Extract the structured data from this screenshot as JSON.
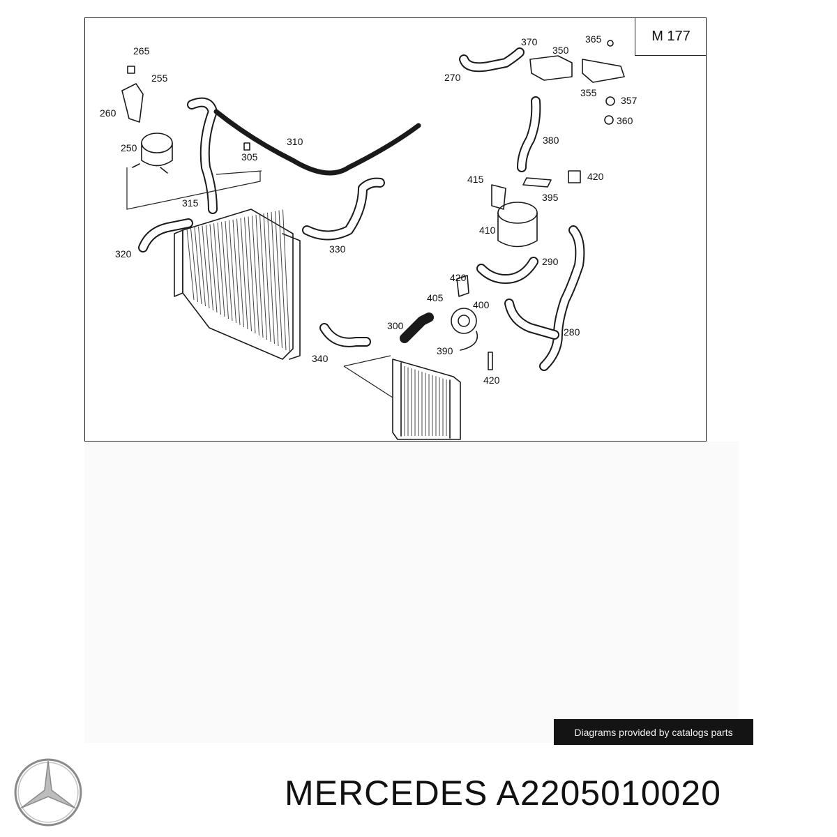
{
  "diagram": {
    "model_label": "M 177",
    "callouts": [
      {
        "id": "c265",
        "text": "265"
      },
      {
        "id": "c255",
        "text": "255"
      },
      {
        "id": "c260",
        "text": "260"
      },
      {
        "id": "c250",
        "text": "250"
      },
      {
        "id": "c305",
        "text": "305"
      },
      {
        "id": "c310",
        "text": "310"
      },
      {
        "id": "c315",
        "text": "315"
      },
      {
        "id": "c320",
        "text": "320"
      },
      {
        "id": "c330",
        "text": "330"
      },
      {
        "id": "c340",
        "text": "340"
      },
      {
        "id": "c300",
        "text": "300"
      },
      {
        "id": "c390",
        "text": "390"
      },
      {
        "id": "c405",
        "text": "405"
      },
      {
        "id": "c400",
        "text": "400"
      },
      {
        "id": "c420a",
        "text": "420"
      },
      {
        "id": "c420b",
        "text": "420"
      },
      {
        "id": "c420c",
        "text": "420"
      },
      {
        "id": "c280",
        "text": "280"
      },
      {
        "id": "c290",
        "text": "290"
      },
      {
        "id": "c410",
        "text": "410"
      },
      {
        "id": "c415",
        "text": "415"
      },
      {
        "id": "c395",
        "text": "395"
      },
      {
        "id": "c380",
        "text": "380"
      },
      {
        "id": "c270",
        "text": "270"
      },
      {
        "id": "c370",
        "text": "370"
      },
      {
        "id": "c350",
        "text": "350"
      },
      {
        "id": "c365",
        "text": "365"
      },
      {
        "id": "c355",
        "text": "355"
      },
      {
        "id": "c357",
        "text": "357"
      },
      {
        "id": "c360",
        "text": "360"
      }
    ]
  },
  "credit_text": "Diagrams provided by catalogs parts",
  "brand_text": "MERCEDES A2205010020",
  "colors": {
    "line": "#1a1a1a",
    "banner_bg": "#141414",
    "banner_text": "#f0f0f0"
  }
}
